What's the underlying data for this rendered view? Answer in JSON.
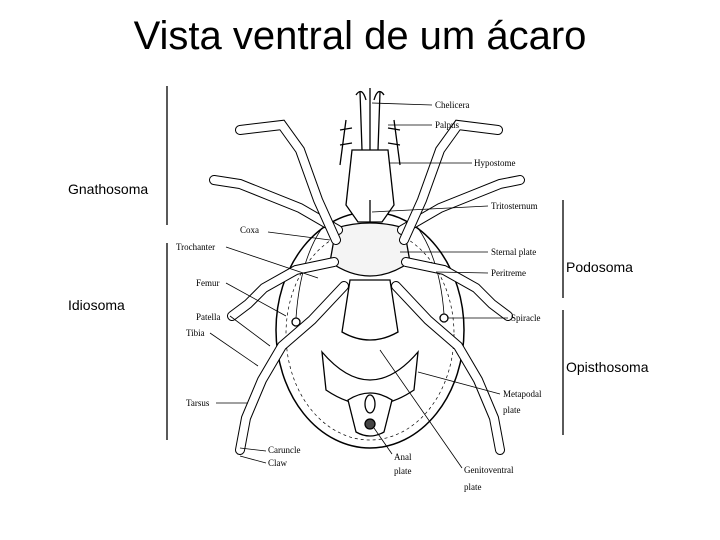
{
  "title": "Vista ventral de um ácaro",
  "regions": {
    "gnathosoma": "Gnathosoma",
    "idiosoma": "Idiosoma",
    "podosoma": "Podosoma",
    "opisthosoma": "Opisthosoma"
  },
  "labels": {
    "chelicera": "Chelicera",
    "palpus": "Palpus",
    "hypostome": "Hypostome",
    "tritosternum": "Tritosternum",
    "sternal_plate": "Sternal plate",
    "peritreme": "Peritreme",
    "spiracle": "Spiracle",
    "metapodal_1": "Metapodal",
    "metapodal_2": "plate",
    "genitoventral_1": "Genitoventral",
    "genitoventral_2": "plate",
    "anal_1": "Anal",
    "anal_2": "plate",
    "coxa": "Coxa",
    "trochanter": "Trochanter",
    "femur": "Femur",
    "patella": "Patella",
    "tibia": "Tibia",
    "tarsus": "Tarsus",
    "caruncle": "Caruncle",
    "claw": "Claw"
  }
}
